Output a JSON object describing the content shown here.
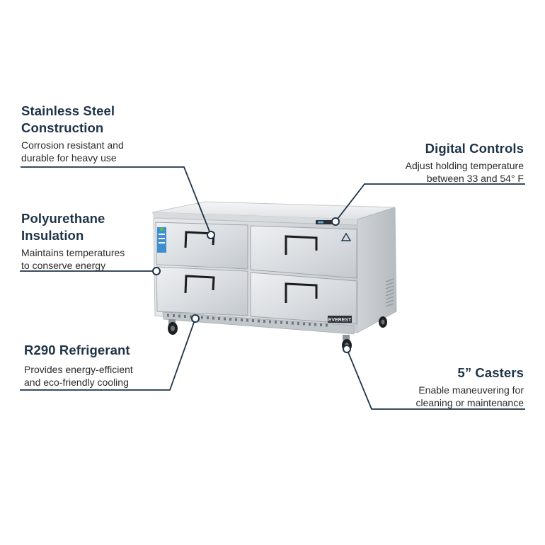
{
  "callouts": {
    "stainless": {
      "title_line1": "Stainless Steel",
      "title_line2": "Construction",
      "desc_line1": "Corrosion resistant and",
      "desc_line2": "durable for heavy use"
    },
    "insulation": {
      "title_line1": "Polyurethane",
      "title_line2": "Insulation",
      "desc_line1": "Maintains temperatures",
      "desc_line2": "to conserve energy"
    },
    "refrigerant": {
      "title": "R290 Refrigerant",
      "desc_line1": "Provides energy-efficient",
      "desc_line2": "and eco-friendly cooling"
    },
    "controls": {
      "title": "Digital Controls",
      "desc_line1": "Adjust holding temperature",
      "desc_line2": "between 33 and 54° F"
    },
    "casters": {
      "title": "5” Casters",
      "desc_line1": "Enable maneuvering for",
      "desc_line2": "cleaning or maintenance"
    }
  },
  "product": {
    "brand_label": "EVEREST",
    "drawer_count": 4
  },
  "colors": {
    "heading": "#1f3347",
    "body_text": "#2b2b2b",
    "leader_line": "#1f3347",
    "steel_light": "#e6e8ea",
    "steel_mid": "#cfd3d7",
    "steel_dark": "#a9aeb3",
    "handle": "#1c1c1c"
  },
  "icons": [
    "callout-dot-icon",
    "warning-triangle-icon",
    "energy-label-icon",
    "caster-wheel-icon"
  ]
}
